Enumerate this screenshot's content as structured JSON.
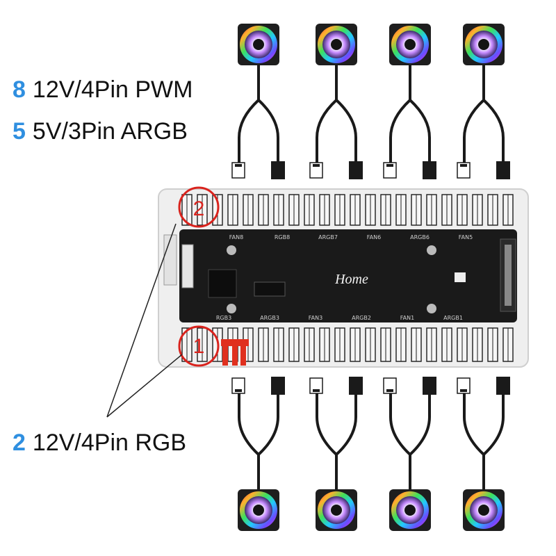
{
  "specs": [
    {
      "count": "8",
      "label": "12V/4Pin PWM"
    },
    {
      "count": "5",
      "label": "5V/3Pin ARGB"
    },
    {
      "count": "2",
      "label": "12V/4Pin RGB"
    }
  ],
  "board": {
    "brand": "Home",
    "port_markers": [
      "1",
      "2"
    ],
    "silkscreen_top": [
      "FAN8",
      "RGB8",
      "ARGB7",
      "FAN6",
      "ARGB6",
      "FAN5"
    ],
    "silkscreen_bottom": [
      "RGB3",
      "ARGB3",
      "FAN3",
      "ARGB2",
      "FAN1",
      "ARGB1"
    ]
  },
  "fans": {
    "top_count": 4,
    "bottom_count": 4
  },
  "colors": {
    "accent": "#2f8fe0",
    "marker": "#d9231d",
    "board": "#1a1a1a",
    "frame": "#e9e9e9",
    "red_plug": "#e0301e"
  }
}
